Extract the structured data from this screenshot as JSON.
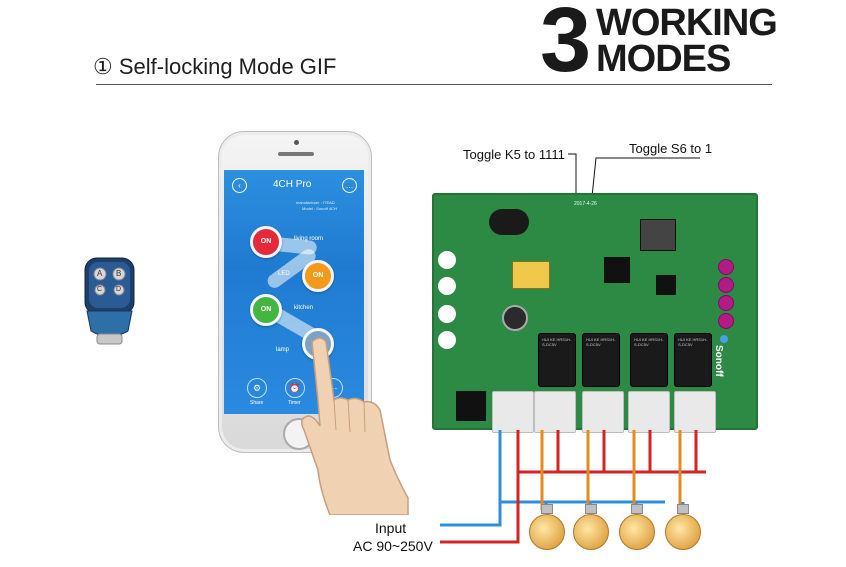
{
  "header": {
    "number": "3",
    "word1": "WORKING",
    "word2": "MODES",
    "mode_label": "① Self-locking Mode GIF"
  },
  "phone_app": {
    "title": "4CH Pro",
    "manufacturer_line": "manufacturer : ITEAD",
    "model_line": "Model : Sonoff 4CH",
    "switches": [
      {
        "state": "ON",
        "label": "living room",
        "color": "#e5293a"
      },
      {
        "state": "ON",
        "label": "LED",
        "color": "#f39a1a"
      },
      {
        "state": "ON",
        "label": "kitchen",
        "color": "#44b640"
      },
      {
        "state": "",
        "label": "lamp",
        "color": "#7ea2c4"
      }
    ],
    "bottom_bar": [
      {
        "label": "Share",
        "icon": "share-icon"
      },
      {
        "label": "Timer",
        "icon": "timer-icon"
      },
      {
        "label": "",
        "icon": "more-icon"
      }
    ]
  },
  "remote": {
    "buttons": [
      "A",
      "B",
      "C",
      "D"
    ]
  },
  "annotations": {
    "toggle_k5": "Toggle K5 to 1111",
    "toggle_s6": "Toggle S6 to 1",
    "input_label": "Input",
    "ac_label": "AC 90~250V"
  },
  "board": {
    "brand": "Sonoff",
    "relay_text": "HUI KE HRS1H-S-DC5V",
    "date_text": "2017-4-26"
  },
  "colors": {
    "board_green": "#2d8a45",
    "live_wire": "#d32323",
    "neutral_wire": "#2f8fd8",
    "output_wire": "#e58a1e"
  }
}
